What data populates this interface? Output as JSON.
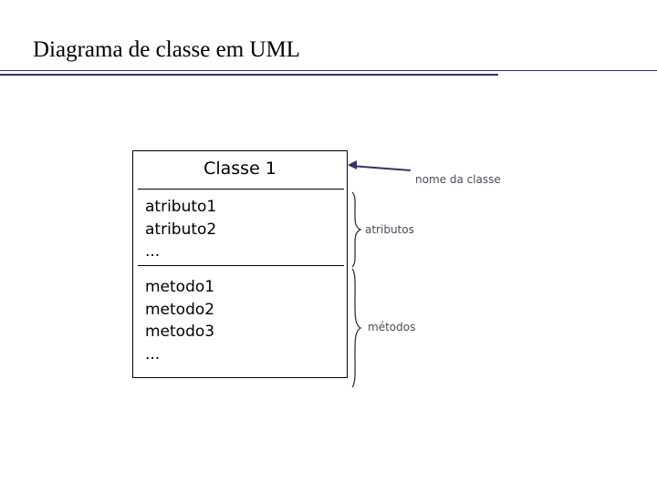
{
  "slide": {
    "title": "Diagrama de classe em UML"
  },
  "uml_class": {
    "name": "Classe 1",
    "attributes": [
      "atributo1",
      "atributo2",
      "..."
    ],
    "methods": [
      "metodo1",
      "metodo2",
      "metodo3",
      "..."
    ]
  },
  "annotations": {
    "class_name_label": "nome da classe",
    "attributes_label": "atributos",
    "methods_label": "métodos"
  },
  "colors": {
    "rule": "#333366",
    "arrow": "#333366",
    "box_border": "#000000",
    "annotation_text": "#4a4a5e",
    "background": "#ffffff"
  }
}
